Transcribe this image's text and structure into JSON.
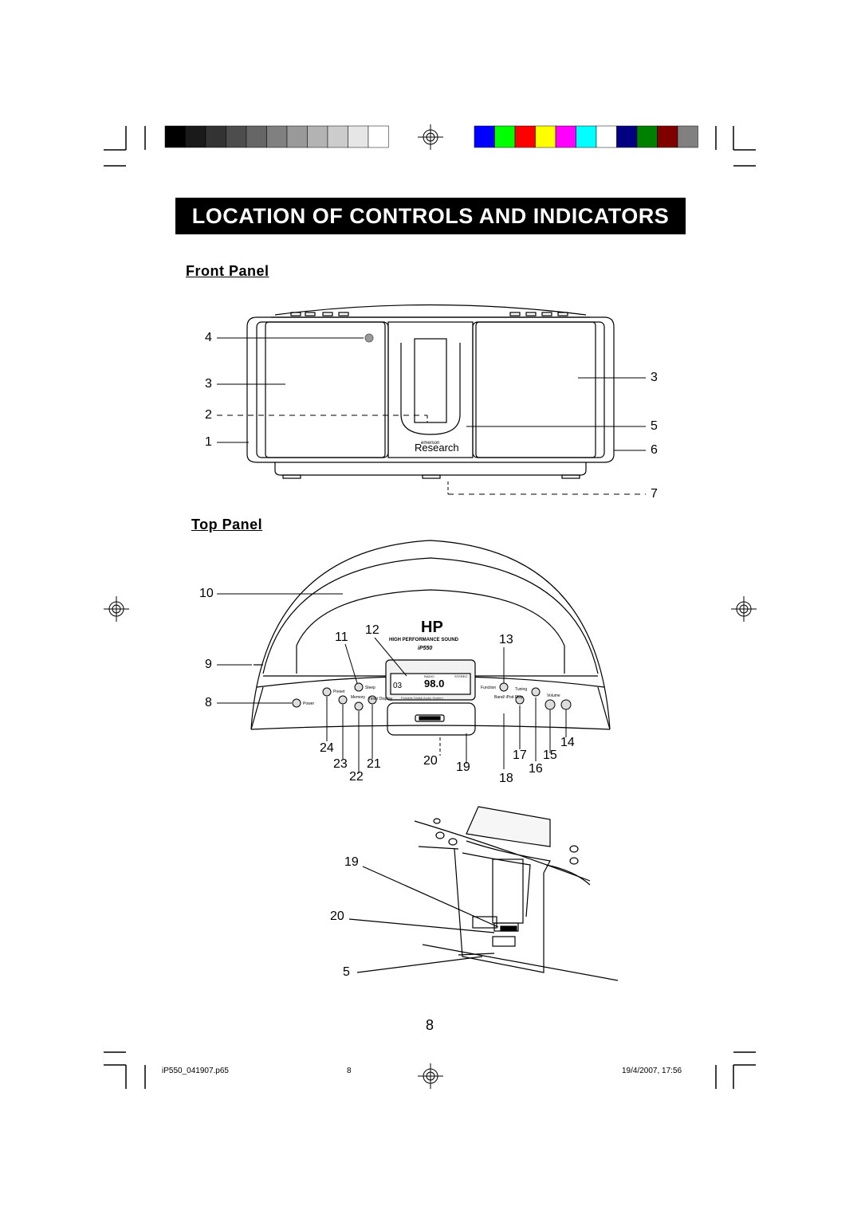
{
  "title": "LOCATION OF CONTROLS AND INDICATORS",
  "front_panel": {
    "heading": "Front Panel",
    "callouts": [
      "4",
      "3",
      "2",
      "1",
      "3",
      "5",
      "6",
      "7"
    ],
    "brand_small": "emerson",
    "brand_large": "Research"
  },
  "top_panel": {
    "heading": "Top Panel",
    "callouts_left": [
      "10",
      "9",
      "8",
      "11",
      "12"
    ],
    "callouts_right": [
      "13",
      "14",
      "15",
      "16",
      "17",
      "18",
      "19",
      "20",
      "21",
      "22",
      "23",
      "24"
    ],
    "logo": "HP",
    "logo_sub": "HIGH PERFORMANCE SOUND",
    "model": "iP550",
    "display_left": "03",
    "display_freq": "98.0",
    "display_stereo": "STEREO",
    "display_radio": "RADIO",
    "display_caption": "Portable Digital Audio System",
    "labels": {
      "preset": "Preset",
      "sleep": "Sleep",
      "memory": "Memory",
      "time_display": "Time/ Display",
      "power": "Power",
      "function": "Function",
      "tuning": "Tuning",
      "band_ipod": "Band/ iPod Play",
      "volume": "Volume"
    }
  },
  "dock_detail": {
    "callouts": [
      "19",
      "20",
      "5"
    ]
  },
  "page_number": "8",
  "footer": {
    "file": "iP550_041907.p65",
    "page": "8",
    "date": "19/4/2007, 17:56"
  },
  "color_bar": [
    "#0000ff",
    "#00ff00",
    "#ff0000",
    "#ffff00",
    "#ff00ff",
    "#00ffff",
    "#ffffff",
    "#000080",
    "#008000",
    "#800000",
    "#808080"
  ],
  "gray_bar": [
    "#000000",
    "#1a1a1a",
    "#333333",
    "#4d4d4d",
    "#666666",
    "#808080",
    "#999999",
    "#b3b3b3",
    "#cccccc",
    "#e6e6e6",
    "#ffffff"
  ]
}
